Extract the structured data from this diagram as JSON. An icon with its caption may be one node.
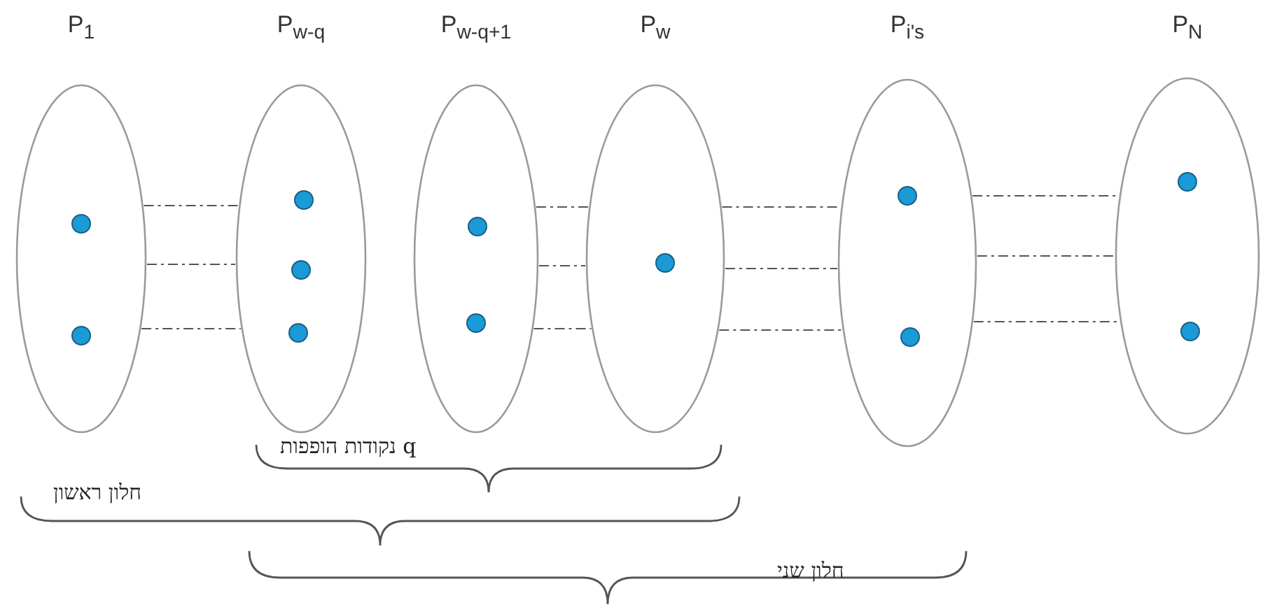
{
  "diagram": {
    "nodes": [
      {
        "text": [
          "P$_{1}$"
        ]
      },
      {
        "text": [],
        "shape": "circle",
        "in": 0
      },
      {
        "text": [],
        "shape": "circle",
        "in": 0
      },
      {
        "text": [
          "P$_{w-q}$"
        ]
      },
      {
        "text": [],
        "shape": "circle",
        "in": 3
      },
      {
        "text": [],
        "shape": "circle",
        "in": 3
      },
      {
        "text": [],
        "shape": "circle",
        "in": 3
      },
      {
        "text": [
          "P$_{w-q+1}$"
        ]
      },
      {
        "text": [],
        "shape": "circle",
        "in": 7
      },
      {
        "text": [],
        "shape": "circle",
        "in": 7
      },
      {
        "text": [
          "P$_{w}$"
        ]
      },
      {
        "text": [],
        "shape": "circle",
        "in": 10
      },
      {
        "text": [
          "P$_{i's}$"
        ]
      },
      {
        "text": [],
        "shape": "circle",
        "in": 12
      },
      {
        "text": [],
        "shape": "circle",
        "in": 12
      },
      {
        "text": [
          "P$_{N}$"
        ]
      },
      {
        "text": [],
        "shape": "circle",
        "in": 15
      },
      {
        "text": [],
        "shape": "circle",
        "in": 15
      }
    ],
    "edges": [
      {
        "from": 0,
        "to": 3,
        "arrow": "none",
        "style": "dashed"
      },
      {
        "from": 0,
        "to": 3,
        "arrow": "none",
        "style": "dashed"
      },
      {
        "from": 0,
        "to": 3,
        "arrow": "none",
        "style": "dashed"
      },
      {
        "from": 7,
        "to": 10,
        "arrow": "none",
        "style": "dashed"
      },
      {
        "from": 7,
        "to": 10,
        "arrow": "none",
        "style": "dashed"
      },
      {
        "from": 7,
        "to": 10,
        "arrow": "none",
        "style": "dashed"
      },
      {
        "from": 10,
        "to": 12,
        "arrow": "none",
        "style": "dashed"
      },
      {
        "from": 10,
        "to": 12,
        "arrow": "none",
        "style": "dashed"
      },
      {
        "from": 10,
        "to": 12,
        "arrow": "none",
        "style": "dashed"
      },
      {
        "from": 12,
        "to": 15,
        "arrow": "none",
        "style": "dashed"
      },
      {
        "from": 12,
        "to": 15,
        "arrow": "none",
        "style": "dashed"
      },
      {
        "from": 12,
        "to": 15,
        "arrow": "none",
        "style": "dashed"
      }
    ],
    "labels": [
      "q נקודות הופפות",
      "חלון ראשון",
      "חלון שני"
    ]
  }
}
